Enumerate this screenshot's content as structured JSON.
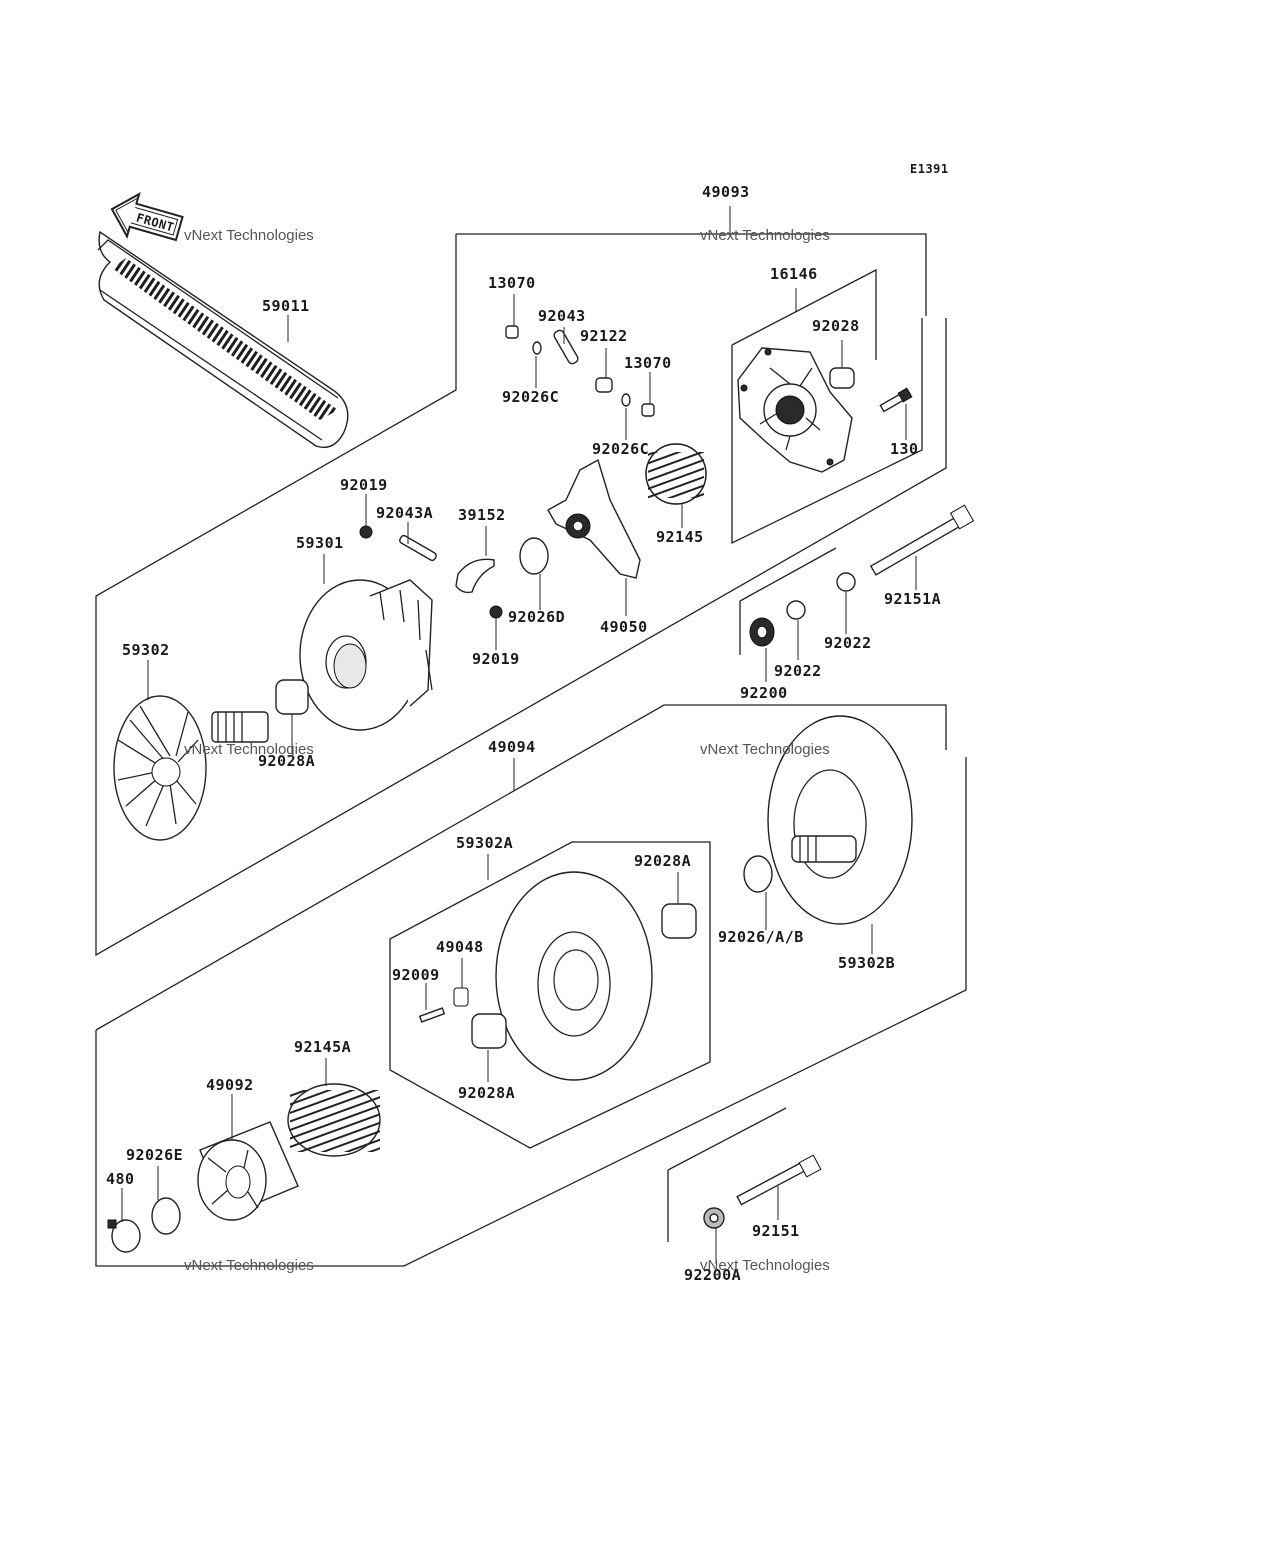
{
  "diagram_code": "E1391",
  "front_label": "FRONT",
  "watermark": {
    "line1": "vNext Technologies",
    "line2": "vNext\nTechnologies"
  },
  "labels": {
    "l_49093": "49093",
    "l_16146": "16146",
    "l_92028": "92028",
    "l_130": "130",
    "l_13070a": "13070",
    "l_92043": "92043",
    "l_92122": "92122",
    "l_13070b": "13070",
    "l_92026Ca": "92026C",
    "l_92026Cb": "92026C",
    "l_59011": "59011",
    "l_92019a": "92019",
    "l_92043A": "92043A",
    "l_39152": "39152",
    "l_59301": "59301",
    "l_92026D": "92026D",
    "l_49050": "49050",
    "l_92145": "92145",
    "l_92019b": "92019",
    "l_92151A": "92151A",
    "l_92022a": "92022",
    "l_92022b": "92022",
    "l_92200": "92200",
    "l_59302": "59302",
    "l_92028A_top": "92028A",
    "l_49094": "49094",
    "l_59302A": "59302A",
    "l_92028A_b": "92028A",
    "l_92026AB": "92026/A/B",
    "l_59302B": "59302B",
    "l_49048": "49048",
    "l_92009": "92009",
    "l_92028A_c": "92028A",
    "l_92145A": "92145A",
    "l_49092": "49092",
    "l_92026E": "92026E",
    "l_480": "480",
    "l_92151": "92151",
    "l_92200A": "92200A"
  }
}
